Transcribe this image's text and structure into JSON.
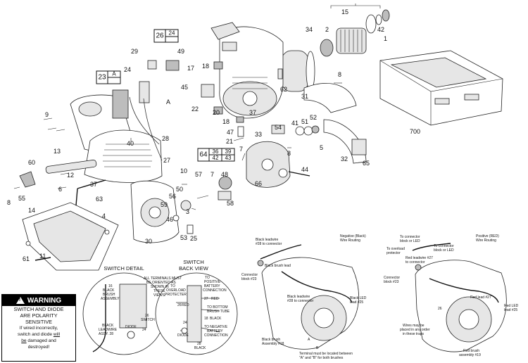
{
  "callouts": {
    "c15": "15",
    "c34": "34",
    "c2": "2",
    "c42": "42",
    "c1": "1",
    "c29": "29",
    "c24a": "24",
    "c49": "49",
    "c17": "17",
    "c18a": "18",
    "c45": "45",
    "c22": "22",
    "cA1": "A",
    "c9": "9",
    "c13": "13",
    "c40": "40",
    "c28": "28",
    "c27": "27",
    "c37a": "37",
    "c37b": "37",
    "c60": "60",
    "c12": "12",
    "c6": "6",
    "c63": "63",
    "c55": "55",
    "c8a": "8",
    "c14": "14",
    "c61": "61",
    "c11": "11",
    "c4": "4",
    "c30": "30",
    "c62": "62",
    "c20": "20",
    "c18b": "18",
    "c47": "47",
    "c21": "21",
    "c33": "33",
    "c54": "54",
    "c41": "41",
    "c51": "51",
    "c52": "52",
    "c5": "5",
    "c8b": "8",
    "c31": "31",
    "c8c": "8",
    "c32": "32",
    "c65": "65",
    "c700": "700",
    "c7": "7",
    "c44": "44",
    "c66": "66",
    "c10": "10",
    "c50": "50",
    "c57": "57",
    "c48": "48",
    "c7b": "7",
    "c58": "58",
    "c56": "56",
    "c59": "59",
    "c3": "3",
    "c46": "46",
    "c53": "53",
    "c25": "25"
  },
  "kits": {
    "kit_26_24": [
      "26",
      "24"
    ],
    "kit_23_A": [
      "23",
      "A"
    ],
    "kit_64": [
      "64",
      "36",
      "39",
      "42",
      "43"
    ]
  },
  "switch_detail": {
    "title": "SWITCH DETAIL",
    "back_title": "SWITCH\nBACK VIEW",
    "note": "ALL TERMINALS MUST\nBE ORIENTED AS\nSHOWN IN\nTHESE\nVIEWS.",
    "labels": {
      "black_brush": "BLACK\nBRUSH\nASSEMBLY",
      "black_leadwire": "BLACK\nLEADWIRE\nASSY. 28",
      "diode": "DIODE",
      "switch": "SWITCH",
      "to_overload": "TO\nOVERLOAD\nPROTECTER",
      "to_positive": "TO\nPOSITIVE\nBATTERY\nCONNECTION",
      "to_bottom_brush": "TO BOTTOM\nBRUSH TUBE",
      "to_negative": "TO NEGATIVE\nBATTERY\nCONNECTION",
      "red1": "RED",
      "red2": "RED",
      "black1": "BLACK",
      "black2": "BLACK",
      "diode2": "DIODE",
      "n18": "18",
      "n26": "26",
      "n24": "24",
      "n27": "27",
      "n28": "28",
      "n16": "16",
      "n26b": "26",
      "n24b": "24"
    }
  },
  "warning": {
    "header": "WARNING",
    "line1": "SWITCH AND DIODE",
    "line2": "ARE POLARITY",
    "line3": "SENSITIVE",
    "line4": "If wired incorrectly,",
    "line5a": "switch and diode ",
    "line5b": "will",
    "line6a": "be",
    "line6b": " damaged and",
    "line7": "destroyed!"
  },
  "neg_routing": {
    "title": "Negative (Black)\nWire Routing",
    "black_leadwire_28": "Black leadwire\n#28 to connector",
    "black_brush_lead": "Black brush lead",
    "connector_block": "Connector\nblock #23",
    "black_leadwire_28b": "Black leadwire\n#28 to connector",
    "black_led": "Black LED\nlead #25",
    "black_brush_asm": "Black brush\nAssembly #18",
    "terminal_note": "Terminal must be located between\n\"A\" and \"B\" for both brushes",
    "lbl_a": "A",
    "lbl_b": "B"
  },
  "pos_routing": {
    "title": "Positive (RED)\nWire Routing",
    "to_connector_1": "To connector\nblock or LED",
    "to_overload": "To overload\nprotector",
    "to_connector_2": "To connector\nblock or LED",
    "red_leadwire": "Red leadwire #27\nto connector",
    "connector_block": "Connector\nblock #23",
    "red_lead_27": "Red lead #27",
    "red_led": "Red LED\nlead #25",
    "wires_note": "Wires may be\nplaced in any order\nin these traps",
    "red_brush": "Red brush\nassembly #19",
    "n26": "26"
  }
}
